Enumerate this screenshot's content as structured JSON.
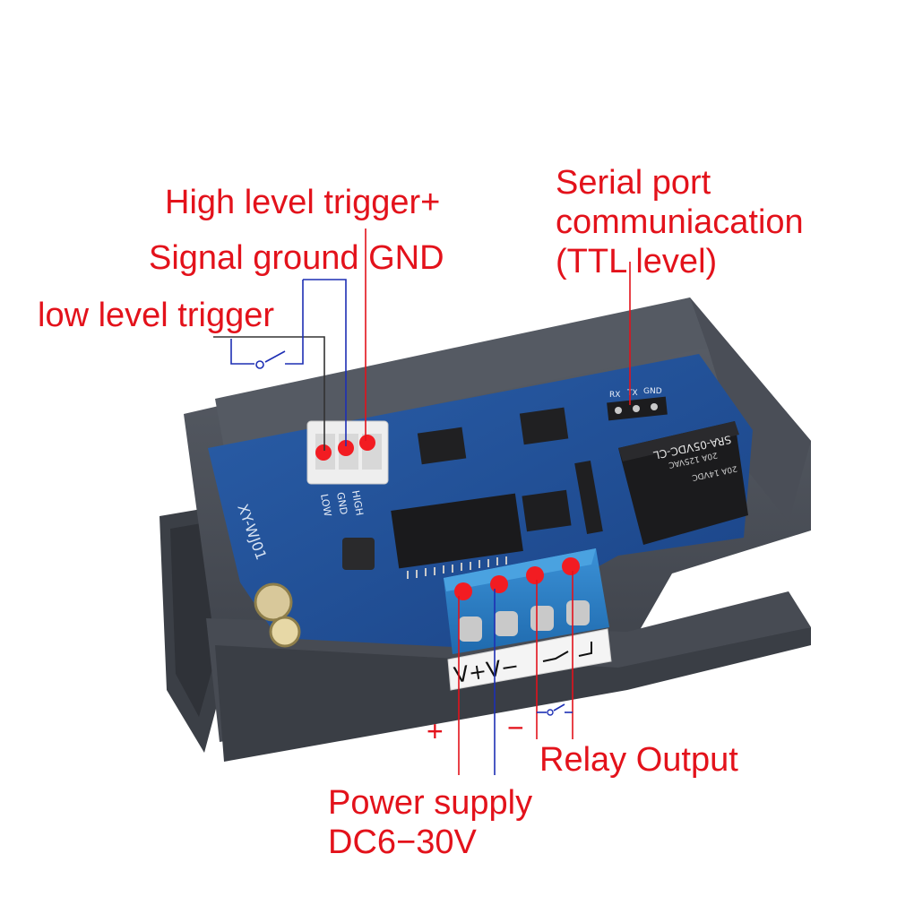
{
  "labels": {
    "high_trigger": "High level trigger+",
    "signal_ground": "Signal ground GND",
    "low_trigger": "low level trigger",
    "serial_line1": "Serial port",
    "serial_line2": "communiacation",
    "serial_line3": "(TTL level)",
    "relay_output": "Relay Output",
    "power_line1": "Power supply",
    "power_line2": "DC6−30V",
    "plus_sign": "+",
    "minus_sign": "−"
  },
  "board": {
    "model": "XY-WJ01",
    "relay_model": "SRA-05VDC-CL",
    "relay_rating_1": "20A 125VAC",
    "relay_rating_2": "20A 14VDC",
    "input_pins": [
      "HIGH",
      "GND",
      "LOW"
    ],
    "serial_pins": [
      "RX",
      "TX",
      "GND"
    ],
    "terminal_label": "V+V−"
  },
  "colors": {
    "accent_red": "#e3121b",
    "pcb_blue": "#1f4f96",
    "case_gray": "#4a4f58",
    "terminal_blue": "#2b7fc4",
    "lead_blue": "#1d2fb4"
  }
}
